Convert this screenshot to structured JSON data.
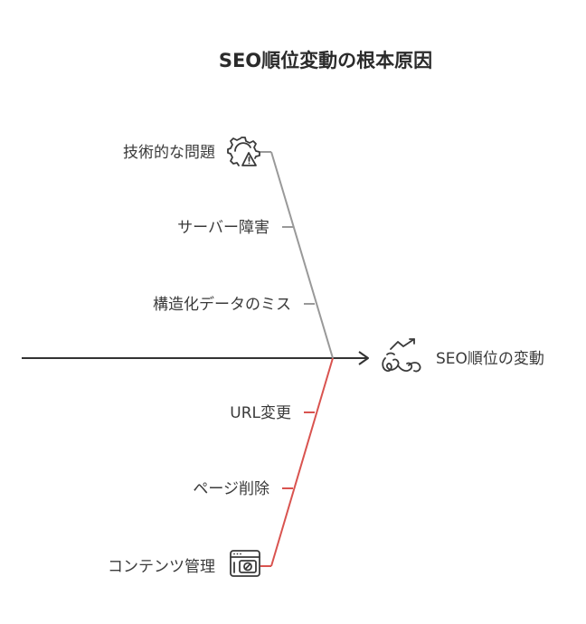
{
  "title": "SEO順位変動の根本原因",
  "effect": {
    "label": "SEO順位の変動",
    "icon": "trending-chart-icon"
  },
  "spine_color": "#333333",
  "branches": [
    {
      "name": "technical",
      "color": "#999999",
      "icon": "gear-warning-icon",
      "causes": [
        "技術的な問題",
        "サーバー障害",
        "構造化データのミス"
      ]
    },
    {
      "name": "content",
      "color": "#d9534f",
      "icon": "browser-blocked-icon",
      "causes": [
        "URL変更",
        "ページ削除",
        "コンテンツ管理"
      ]
    }
  ]
}
